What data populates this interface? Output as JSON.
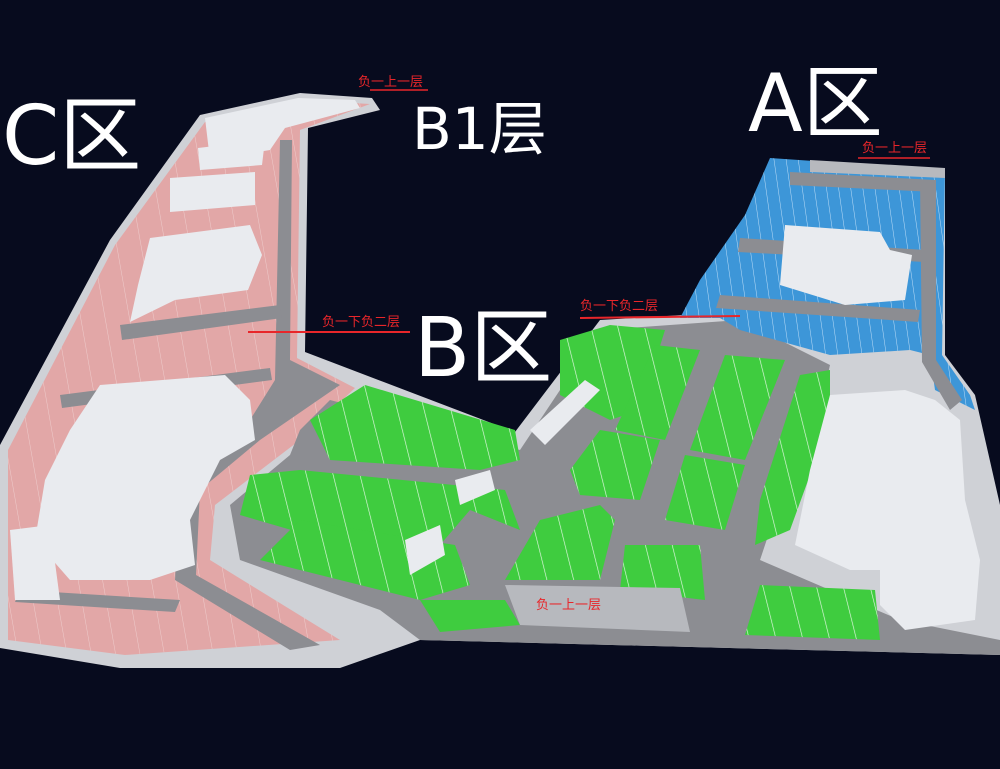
{
  "colors": {
    "background": "#070b1e",
    "zone_a": "#3d96d8",
    "zone_b": "#3fcc3f",
    "zone_c": "#e2a7a7",
    "road": "#8c8d92",
    "building": "#e9ebef",
    "marking": "#ffffff",
    "ramp_text": "#e8262a"
  },
  "zones": {
    "a": {
      "label": "A区"
    },
    "b": {
      "label": "B区"
    },
    "c": {
      "label": "C区"
    }
  },
  "level": {
    "label": "B1层"
  },
  "ramps": {
    "c_top": {
      "label": "负一上一层"
    },
    "a_top": {
      "label": "负一上一层"
    },
    "c_middle": {
      "label": "负一下负二层"
    },
    "b_a_middle": {
      "label": "负一下负二层"
    },
    "b_bottom": {
      "label": "负一上一层"
    }
  }
}
